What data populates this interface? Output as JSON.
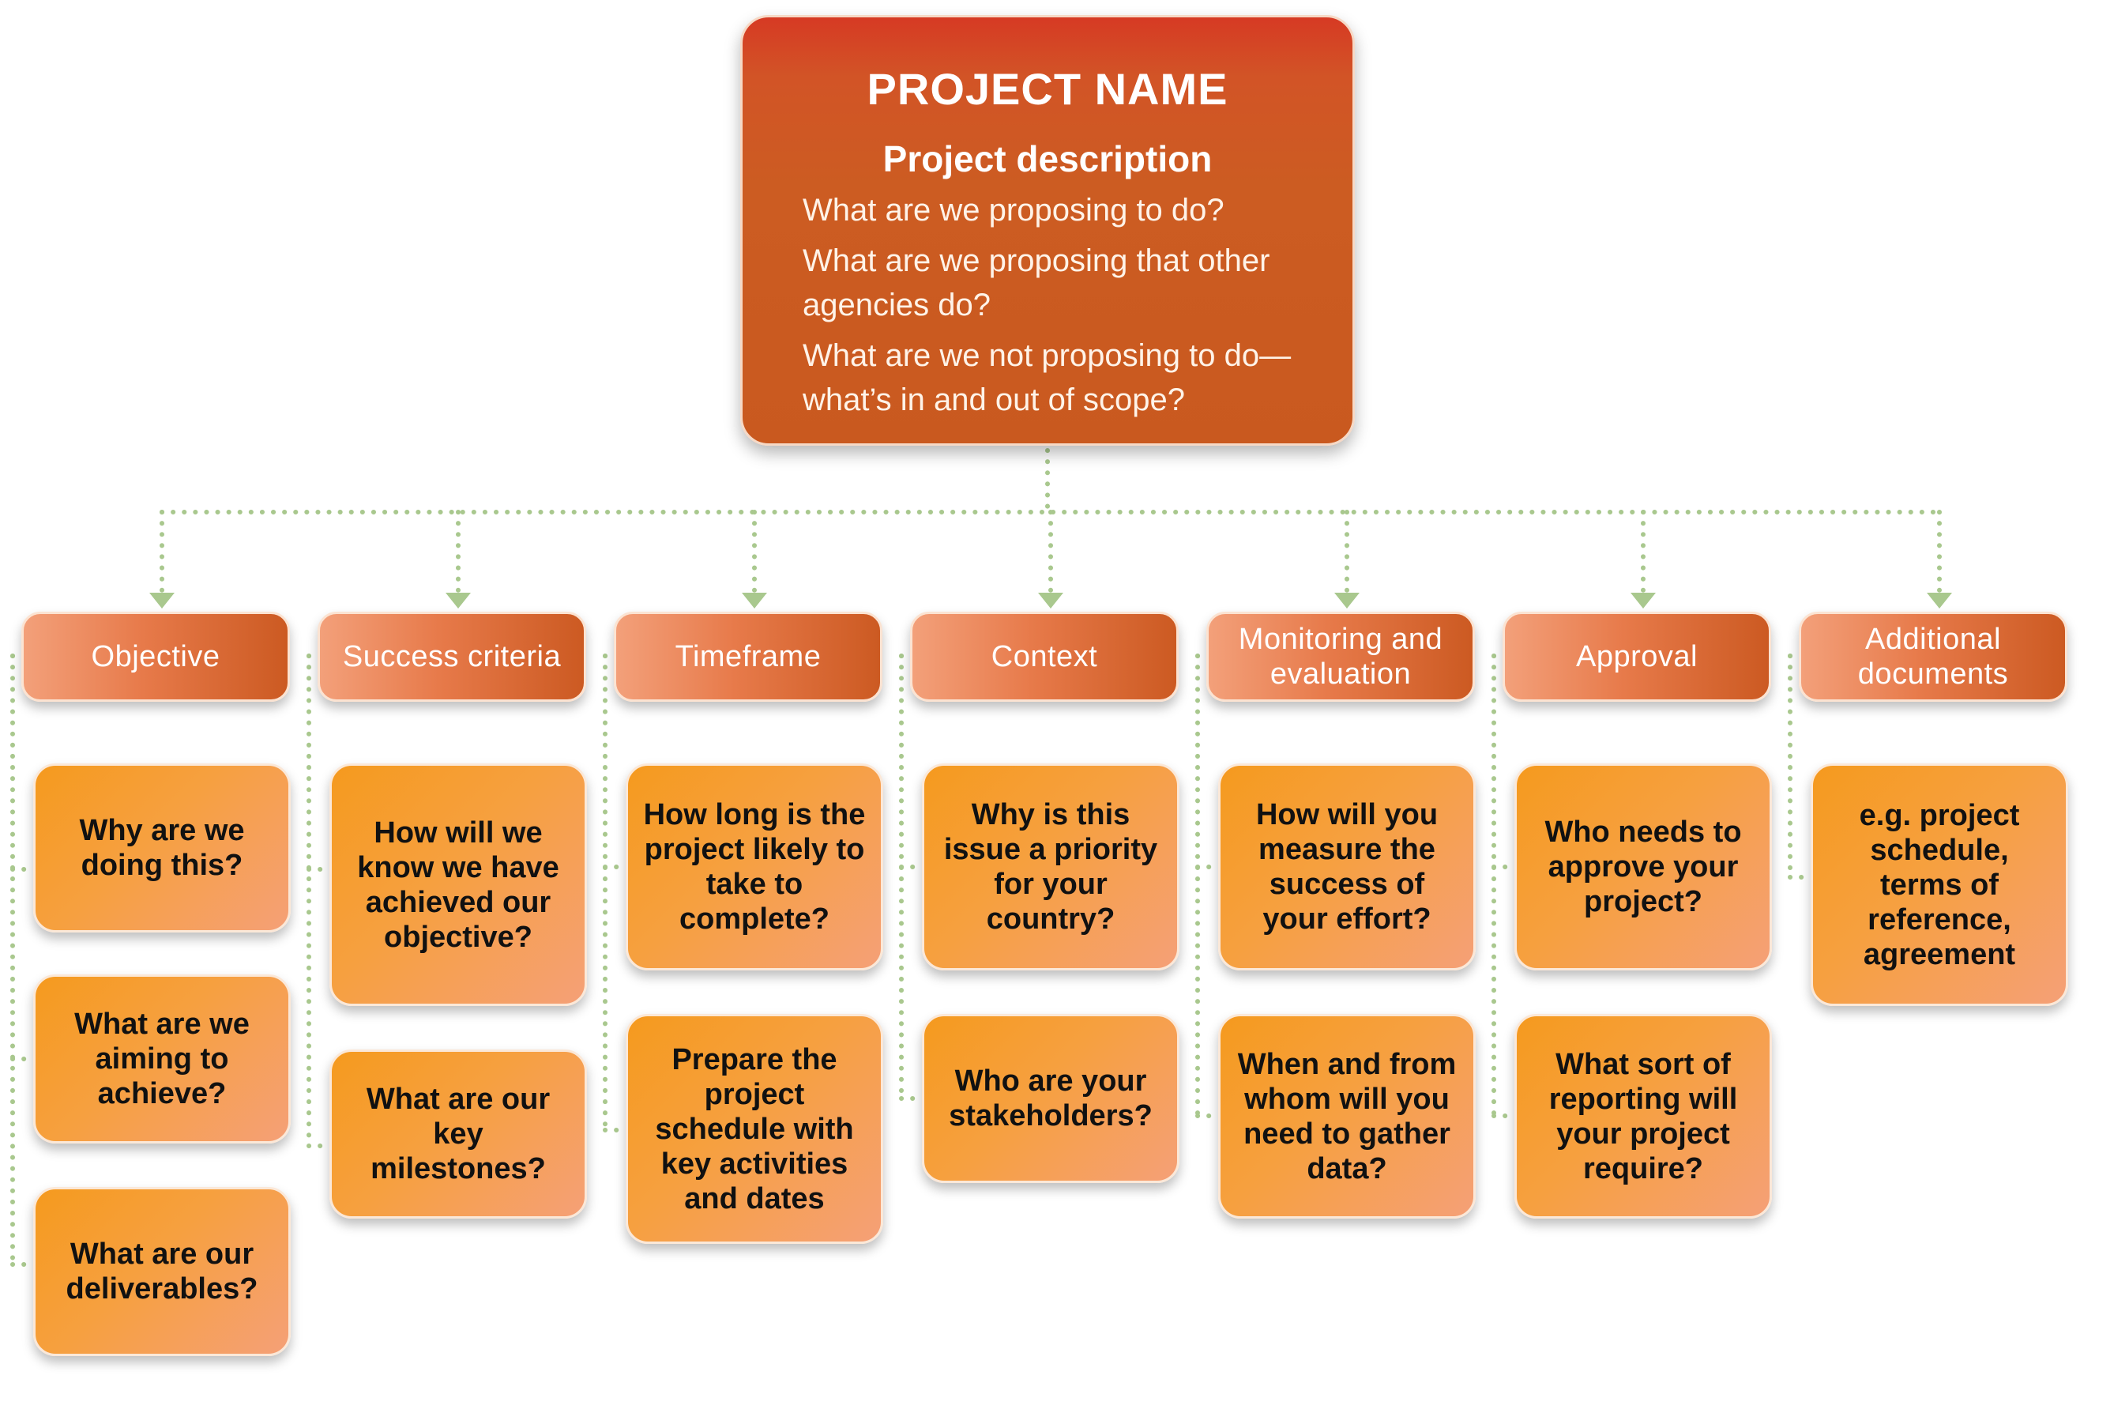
{
  "root": {
    "title": "PROJECT NAME",
    "subtitle": "Project description",
    "questions": [
      "What are we proposing to do?",
      "What are we proposing that other agencies do?",
      "What are we not proposing to do—what’s in and out of scope?"
    ]
  },
  "categories": [
    {
      "label": "Objective",
      "questions": [
        "Why are we doing this?",
        "What are we aiming to achieve?",
        "What are our deliverables?"
      ]
    },
    {
      "label": "Success criteria",
      "questions": [
        "How will we know we have achieved our objective?",
        "What are our key milestones?"
      ]
    },
    {
      "label": "Timeframe",
      "questions": [
        "How long is the project likely to take to complete?",
        "Prepare the project schedule with key activities and dates"
      ]
    },
    {
      "label": "Context",
      "questions": [
        "Why is this issue a priority for your country?",
        "Who are your stakeholders?"
      ]
    },
    {
      "label": "Monitoring and evaluation",
      "questions": [
        "How will you measure the success of your effort?",
        "When and from whom will you need to gather data?"
      ]
    },
    {
      "label": "Approval",
      "questions": [
        "Who needs to approve your project?",
        "What sort of reporting will your project require?"
      ]
    },
    {
      "label": "Additional documents",
      "questions": [
        "e.g. project schedule, terms of reference, agreement"
      ]
    }
  ],
  "colors": {
    "connector": "#a9c88e",
    "root_fill": "#c9591f",
    "category_fill": "#e77a4a",
    "question_fill": "#f6a040"
  }
}
